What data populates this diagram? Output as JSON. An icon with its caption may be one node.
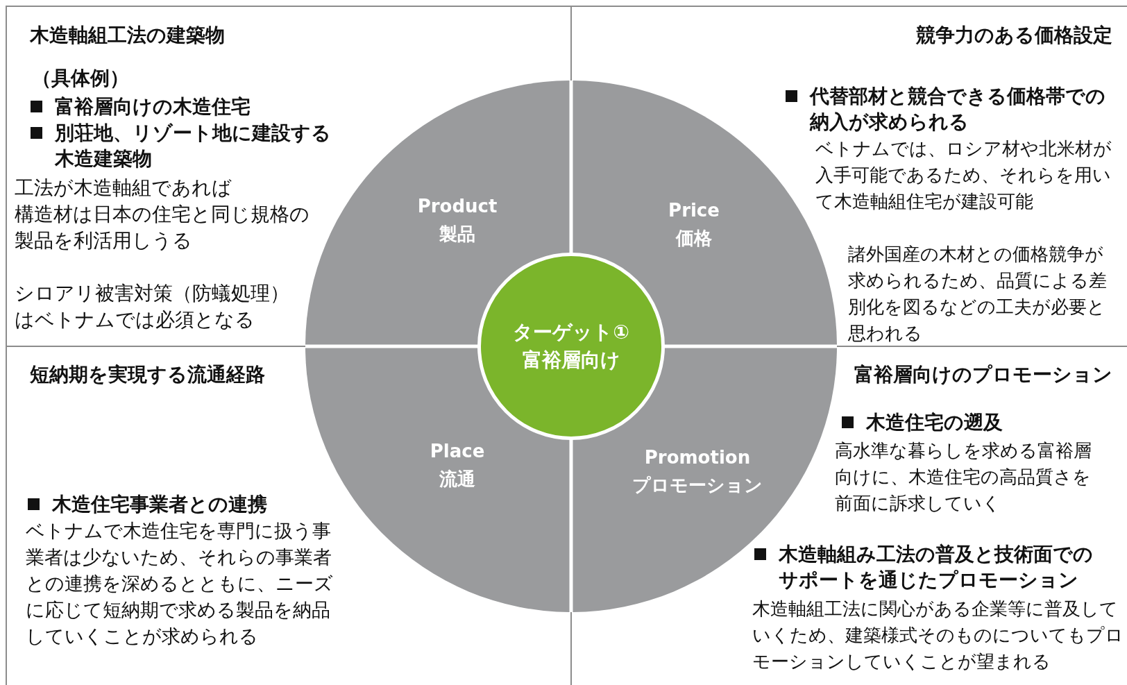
{
  "diagram": {
    "nodes": [
      {
        "text": [
          "Product",
          "製品"
        ]
      },
      {
        "text": [
          "Price",
          "価格"
        ]
      },
      {
        "text": [
          "Place",
          "流通"
        ]
      },
      {
        "text": [
          "Promotion",
          "プロモーション"
        ]
      },
      {
        "text": [
          "ターゲット①",
          "富裕層向け"
        ]
      }
    ],
    "labels": [
      "木造軸組工法の建築物",
      "（具体例）",
      "富裕層向けの木造住宅",
      "別荘地、リゾート地に建設する木造建築物",
      "工法が木造軸組であれば",
      "構造材は日本の住宅と同じ規格の製品を利活用しうる",
      "シロアリ被害対策（防蟻処理）はベトナムでは必須となる",
      "競争力のある価格設定",
      "代替部材と競合できる価格帯での納入が求められる",
      "ベトナムでは、ロシア材や北米材が入手可能であるため、それらを用いて木造軸組住宅が建設可能",
      "諸外国産の木材との価格競争が求められるため、品質による差別化を図るなどの工夫が必要と思われる",
      "短納期を実現する流通経路",
      "木造住宅事業者との連携",
      "ベトナムで木造住宅を専門に扱う事業者は少ないため、それらの事業者との連携を深めるとともに、ニーズに応じて短納期で求める製品を納品していくことが求められる",
      "富裕層向けのプロモーション",
      "木造住宅の遡及",
      "高水準な暮らしを求める富裕層向けに、木造住宅の高品質さを前面に訴求していく",
      "木造軸組み工法の普及と技術面でのサポートを通じたプロモーション",
      "木造軸組工法に関心がある企業等に普及していくため、建築様式そのものについてもプロモーションしていくことが望まれる"
    ]
  }
}
